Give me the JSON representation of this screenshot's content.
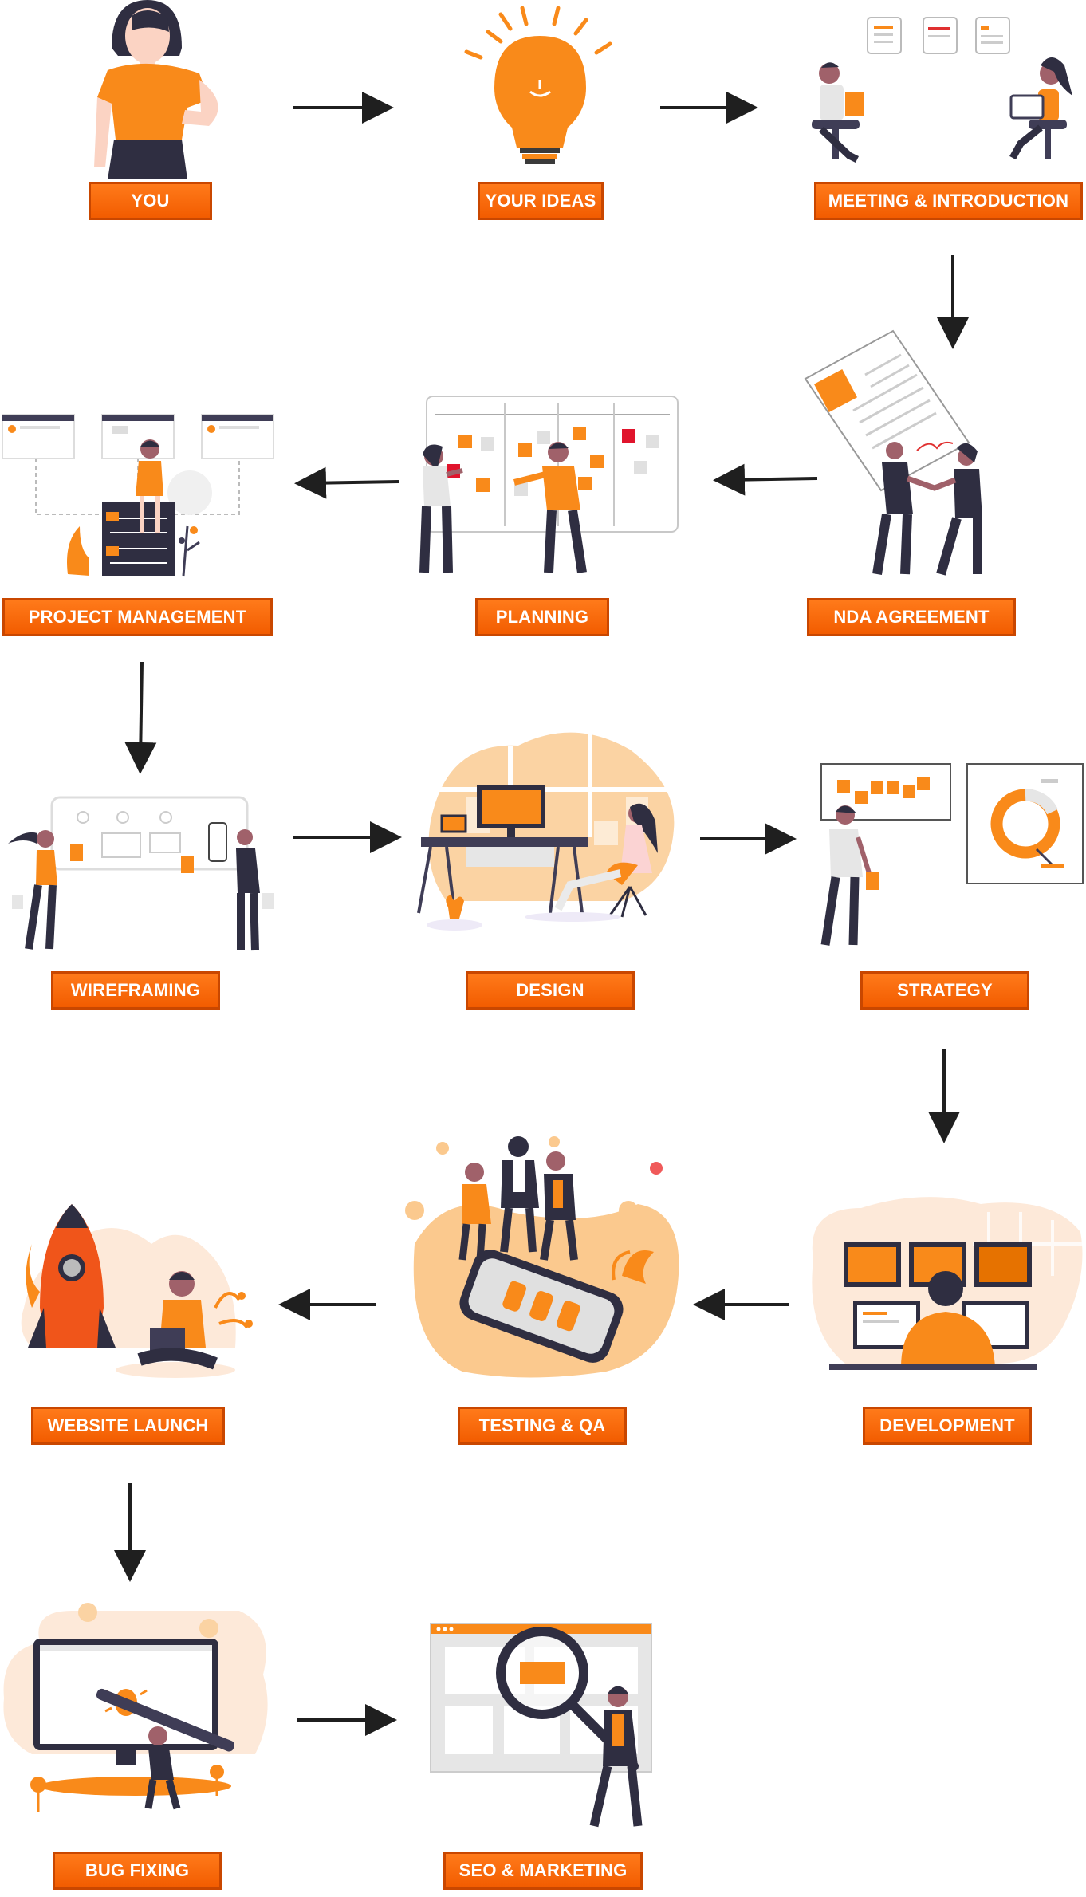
{
  "diagram": {
    "accent_color": "#f57c00",
    "dark_color": "#2f2e41",
    "steps": [
      {
        "id": "you",
        "label": "YOU",
        "icon": "person-icon"
      },
      {
        "id": "ideas",
        "label": "YOUR IDEAS",
        "icon": "lightbulb-icon"
      },
      {
        "id": "meeting",
        "label": "MEETING & INTRODUCTION",
        "icon": "meeting-icon"
      },
      {
        "id": "nda",
        "label": "NDA AGREEMENT",
        "icon": "handshake-document-icon"
      },
      {
        "id": "planning",
        "label": "PLANNING",
        "icon": "planning-board-icon"
      },
      {
        "id": "pm",
        "label": "PROJECT MANAGEMENT",
        "icon": "project-management-icon"
      },
      {
        "id": "wireframing",
        "label": "WIREFRAMING",
        "icon": "wireframe-icon"
      },
      {
        "id": "design",
        "label": "DESIGN",
        "icon": "design-desk-icon"
      },
      {
        "id": "strategy",
        "label": "STRATEGY",
        "icon": "strategy-chart-icon"
      },
      {
        "id": "development",
        "label": "DEVELOPMENT",
        "icon": "developer-monitors-icon"
      },
      {
        "id": "testing",
        "label": "TESTING & QA",
        "icon": "testing-phone-icon"
      },
      {
        "id": "launch",
        "label": "WEBSITE LAUNCH",
        "icon": "rocket-icon"
      },
      {
        "id": "bugfix",
        "label": "BUG FIXING",
        "icon": "bug-monitor-icon"
      },
      {
        "id": "seo",
        "label": "SEO & MARKETING",
        "icon": "magnifier-icon"
      }
    ],
    "flow": [
      [
        "you",
        "ideas"
      ],
      [
        "ideas",
        "meeting"
      ],
      [
        "meeting",
        "nda"
      ],
      [
        "nda",
        "planning"
      ],
      [
        "planning",
        "pm"
      ],
      [
        "pm",
        "wireframing"
      ],
      [
        "wireframing",
        "design"
      ],
      [
        "design",
        "strategy"
      ],
      [
        "strategy",
        "development"
      ],
      [
        "development",
        "testing"
      ],
      [
        "testing",
        "launch"
      ],
      [
        "launch",
        "bugfix"
      ],
      [
        "bugfix",
        "seo"
      ]
    ]
  }
}
